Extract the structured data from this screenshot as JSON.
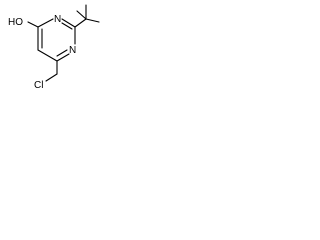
{
  "molecule": {
    "atom_labels": {
      "hydroxyl": "HO",
      "ring_n_top": "N",
      "ring_n_bottom": "N",
      "chlorine": "Cl"
    }
  },
  "colors": {
    "background": "#ffffff",
    "bond": "#000000",
    "label": "#000000"
  }
}
